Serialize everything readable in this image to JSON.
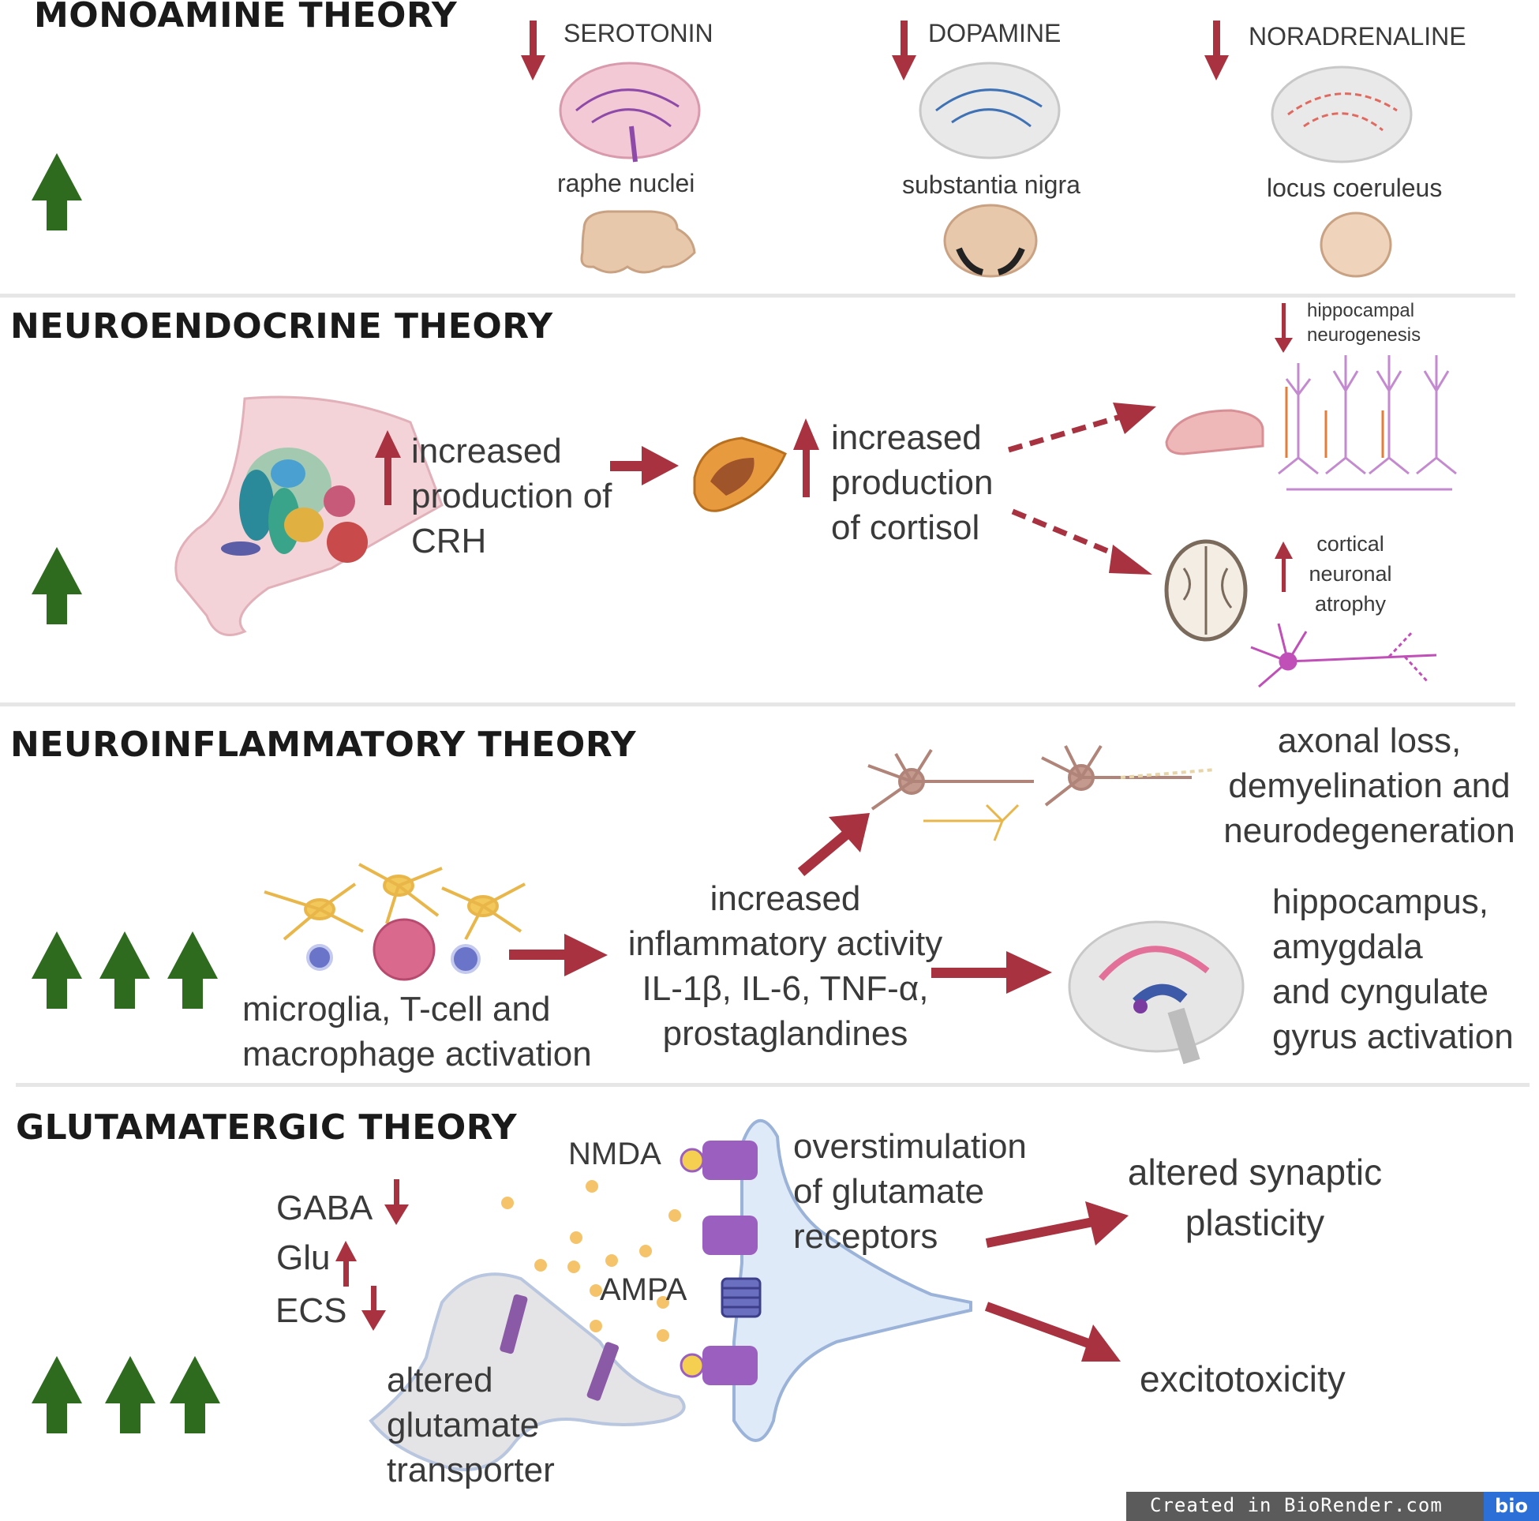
{
  "sections": {
    "monoamine": {
      "title": "MONOAMINE THEORY",
      "columns": [
        {
          "neurotransmitter": "SEROTONIN",
          "region": "raphe nuclei"
        },
        {
          "neurotransmitter": "DOPAMINE",
          "region": "substantia nigra"
        },
        {
          "neurotransmitter": "NORADRENALINE",
          "region": "locus coeruleus"
        }
      ]
    },
    "neuroendocrine": {
      "title": "NEUROENDOCRINE THEORY",
      "crh_text": [
        "increased",
        "production of",
        "CRH"
      ],
      "cortisol_text": [
        "increased",
        "production",
        "of cortisol"
      ],
      "hippocampal_text": [
        "hippocampal",
        "neurogenesis"
      ],
      "cortical_text": [
        "cortical",
        "neuronal",
        "atrophy"
      ]
    },
    "neuroinflammatory": {
      "title": "NEUROINFLAMMATORY THEORY",
      "activation_text": [
        "microglia, T-cell and",
        "macrophage activation"
      ],
      "inflammation_text": [
        "increased",
        "inflammatory activity",
        "IL-1β, IL-6, TNF-α,",
        "prostaglandines"
      ],
      "axonal_text": [
        "axonal loss,",
        "demyelination and",
        "neurodegeneration"
      ],
      "brain_regions_text": [
        "hippocampus,",
        "amygdala",
        "and cyngulate",
        "gyrus activation"
      ]
    },
    "glutamatergic": {
      "title": "GLUTAMATERGIC THEORY",
      "gaba": "GABA",
      "glu": "Glu",
      "ecs": "ECS",
      "nmda": "NMDA",
      "ampa": "AMPA",
      "transporter_text": [
        "altered",
        "glutamate",
        "transporter"
      ],
      "overstimulation_text": [
        "overstimulation",
        "of glutamate",
        "receptors"
      ],
      "plasticity_text": [
        "altered synaptic",
        "plasticity"
      ],
      "excitotoxicity": "excitotoxicity"
    }
  },
  "watermark": {
    "text": "Created in BioRender.com",
    "logo": "bio"
  },
  "colors": {
    "down_arrow": "#a8323f",
    "up_green": "#2e6b1f",
    "flow_arrow": "#a8323f",
    "divider": "#e6e6e6"
  }
}
